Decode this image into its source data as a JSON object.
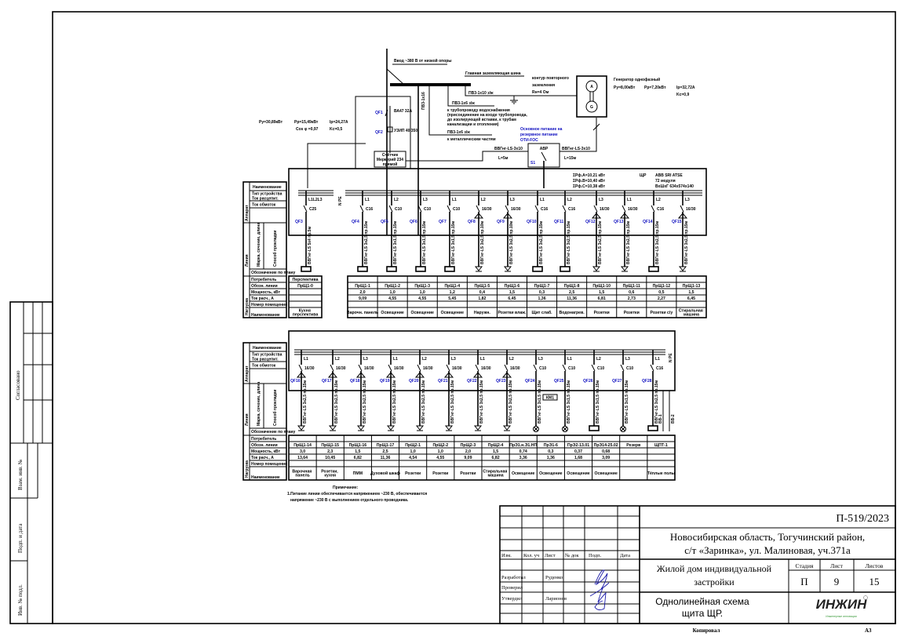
{
  "colors": {
    "line": "#000000",
    "accent": "#1010c0",
    "logo_green": "#3a9a3a",
    "signature": "#1a1aa8"
  },
  "left_strip": {
    "agreed": "Согласовано",
    "replaced": "Взам. инв. №",
    "sign_date": "Подп. и дата",
    "inv": "Инв. № подл."
  },
  "title_block": {
    "headers": [
      "Изм.",
      "Кол. уч",
      "Лист",
      "№ док",
      "Подп.",
      "Дата"
    ],
    "roles": [
      {
        "role": "Разработал",
        "name": "Руденко"
      },
      {
        "role": "Проверил",
        "name": ""
      },
      {
        "role": "Утвердил",
        "name": "Ларионов"
      }
    ],
    "code": "П-519/2023",
    "address_1": "Новосибирская область, Тогучинский район,",
    "address_2": "с/т «Заринка», ул. Малиновая, уч.371а",
    "object_1": "Жилой дом индивидуальной",
    "object_2": "застройки",
    "stage_label": "Стадия",
    "sheet_label": "Лист",
    "sheets_label": "Листов",
    "stage": "П",
    "sheet": "9",
    "sheets": "15",
    "drawing_1": "Однолинейная схема",
    "drawing_2": "щита ЩР.",
    "logo": "ИНЖИН",
    "logo_sub": "Инженерные инновации",
    "copied": "Копировал",
    "format": "A3"
  },
  "feed": {
    "input": "Ввод ~380 В от низкой опоры",
    "main_ground_bus": "Главная заземляющая шина",
    "ground_loop_1": "контур повторного",
    "ground_loop_2": "заземления",
    "ground_loop_3": "Rн=4 Ом",
    "pe_10": "ПВ3-1х10 з/ж",
    "pe_6a": "ПВ3-1х6 з/ж",
    "pipe_1": "к трубопроводу водоснабжения",
    "pipe_2": "(присоединение на входе трубопровода,",
    "pipe_3": "до изолирующей вставки, к трубам",
    "pipe_4": "канализации и отопления)",
    "pe_6b": "ПВ3-1х6 з/ж",
    "metal": "к металлическим частям",
    "pe_vert": "ПВ3-1х16",
    "power_1": "Pу=30,89кВт",
    "power_2": "Pр=15,49кВт",
    "power_3": "Iр=24,27А",
    "power_4": "Cos φ =0,97",
    "power_5": "Kс=0,5",
    "qf1": "QF1",
    "qf1_rating": "ВА47 32А",
    "qf2": "QF2",
    "qf2_rating": "УЗИП 40/350",
    "meter_1": "Счётчик",
    "meter_2": "Меркурий 234",
    "meter_3": "прямой",
    "note_blue_1": "Основное питание на",
    "note_blue_2": "резервное питание",
    "note_blue_3": "ОТИ-FOC",
    "ats": "АВР",
    "ats_s": "S1",
    "cable_left": "ВВГнг-LS-3х10",
    "cable_left_len": "L=5м",
    "cable_right": "ВВГнг-LS-3х10",
    "cable_right_len": "L=15м",
    "gen_a": "A",
    "gen_c": "G",
    "gen_title": "Генератор однофазный",
    "gen_1": "Pу=8,00кВт",
    "gen_2": "Pр=7,20кВт",
    "gen_3": "Iр=32,72А",
    "gen_4": "Kс=0,9"
  },
  "panel": {
    "sum_a": "ΣPф.А=10,21 кВт",
    "sum_b": "ΣPф.В=10,40 кВт",
    "sum_c": "ΣPф.С=10,38 кВт",
    "name": "ЩР",
    "model": "ABB SRI ATSE",
    "modules": "72 модуля",
    "size": "ВхШхГ 634х574х140",
    "bus_label": "N PE"
  },
  "stamp_rows": {
    "name": "Наименование",
    "device_type": "Тип устройства",
    "trip_current": "Ток расцепит.",
    "winding": "Ток обмоток",
    "cable": "Марка, сечение, длина",
    "laying": "Способ прокладки",
    "plan_mark": "Обозначение по плану",
    "consumer": "Потребитель",
    "line": "Обозн. линии",
    "power": "Мощность, кВт",
    "current": "Ток расч., А",
    "room": "Номер помещения",
    "description": "Наименование",
    "group_device": "Аппарат",
    "group_line": "Линия",
    "group_load": "Нагрузка"
  },
  "top_breakers": [
    {
      "id": "QF3",
      "phase": "L1L2L3",
      "rating": "C25",
      "cable": "ВВГнг-LS 5х4 пр.5м"
    },
    {
      "id": "QF4",
      "phase": "L1",
      "rating": "C16",
      "cable": "ВВГнг-LS 3х2,5 пр.15м"
    },
    {
      "id": "QF5",
      "phase": "L2",
      "rating": "C10",
      "cable": "ВВГнг-LS 3х1,5 пр.15м"
    },
    {
      "id": "QF6",
      "phase": "L3",
      "rating": "C10",
      "cable": "ВВГнг-LS 3х1,5 пр.15м"
    },
    {
      "id": "QF7",
      "phase": "L1",
      "rating": "C10",
      "cable": "ВВГнг-LS 3х1,5 пр.15м"
    },
    {
      "id": "QF8",
      "phase": "L2",
      "rating": "16/30",
      "cable": "ВВГнг-LS 3х2,5 пр.10м",
      "rcd": true
    },
    {
      "id": "QF9",
      "phase": "L3",
      "rating": "16/30",
      "cable": "ВВГнг-LS 3х2,5 пр.10м",
      "rcd": true
    },
    {
      "id": "QF10",
      "phase": "L1",
      "rating": "C16",
      "cable": "ВВГнг-LS 3х2,5 пр.15м"
    },
    {
      "id": "QF11",
      "phase": "L2",
      "rating": "C16",
      "cable": "ВВГнг-LS 3х2,5 пр.15м"
    },
    {
      "id": "QF12",
      "phase": "L3",
      "rating": "16/30",
      "cable": "ВВГнг-LS 3х2,5 пр.15м",
      "rcd": true
    },
    {
      "id": "QF13",
      "phase": "L1",
      "rating": "16/30",
      "cable": "ВВГнг-LS 3х2,5 пр.15м",
      "rcd": true
    },
    {
      "id": "QF14",
      "phase": "L2",
      "rating": "C16",
      "cable": "ВВГнг-LS 3х2,5 пр.15м"
    },
    {
      "id": "QF15",
      "phase": "L3",
      "rating": "16/30",
      "cable": "ВВГнг-LS 3х2,5 пр.15м",
      "rcd": true
    }
  ],
  "top_table": {
    "reserve": {
      "consumer": "Перспектива",
      "line": "ПрЩ1-0",
      "description": "Кухня перспектива"
    },
    "columns": [
      {
        "line": "ПрЩ1-1",
        "power": "2,0",
        "current": "9,09",
        "description": "Варочн. панель"
      },
      {
        "line": "ПрЩ1-2",
        "power": "1,0",
        "current": "4,55",
        "description": "Освещение"
      },
      {
        "line": "ПрЩ1-3",
        "power": "1,0",
        "current": "4,55",
        "description": "Освещение"
      },
      {
        "line": "ПрЩ1-4",
        "power": "1,2",
        "current": "5,45",
        "description": "Освещение"
      },
      {
        "line": "ПрЩ1-5",
        "power": "0,4",
        "current": "1,82",
        "description": "Наружн."
      },
      {
        "line": "ПрЩ1-6",
        "power": "1,5",
        "current": "6,45",
        "description": "Розетки влаж."
      },
      {
        "line": "ПрЩ1-7",
        "power": "0,3",
        "current": "1,36",
        "description": "Щит слаб."
      },
      {
        "line": "ПрЩ1-8",
        "power": "2,5",
        "current": "11,36",
        "description": "Водонагрев."
      },
      {
        "line": "ПрЩ1-10",
        "power": "1,5",
        "current": "6,81",
        "description": "Розетки"
      },
      {
        "line": "ПрЩ1-11",
        "power": "0,6",
        "current": "2,73",
        "description": "Розетки"
      },
      {
        "line": "ПрЩ1-12",
        "power": "0,5",
        "current": "2,27",
        "description": "Розетки с/у"
      },
      {
        "line": "ПрЩ1-13",
        "power": "1,5",
        "current": "6,45",
        "description": "Стиральная машина"
      }
    ]
  },
  "bottom_breakers": [
    {
      "id": "QF16",
      "phase": "L1",
      "rating": "16/30",
      "cable": "ВВГнг-LS 3х2,5 пр.15м",
      "rcd": true
    },
    {
      "id": "QF17",
      "phase": "L2",
      "rating": "16/30",
      "cable": "ВВГнг-LS 3х2,5 пр.15м",
      "rcd": true
    },
    {
      "id": "QF18",
      "phase": "L3",
      "rating": "16/30",
      "cable": "ВВГнг-LS 3х2,5 пр.15м",
      "rcd": true
    },
    {
      "id": "QF19",
      "phase": "L1",
      "rating": "16/30",
      "cable": "ВВГнг-LS 3х2,5 пр.15м",
      "rcd": true
    },
    {
      "id": "QF20",
      "phase": "L2",
      "rating": "16/30",
      "cable": "ВВГнг-LS 3х2,5 пр.15м",
      "rcd": true
    },
    {
      "id": "QF21",
      "phase": "L3",
      "rating": "16/30",
      "cable": "ВВГнг-LS 3х2,5 пр.15м",
      "rcd": true
    },
    {
      "id": "QF22",
      "phase": "L1",
      "rating": "16/30",
      "cable": "ВВГнг-LS 3х2,5 пр.15м",
      "rcd": true
    },
    {
      "id": "QF23",
      "phase": "L2",
      "rating": "16/30",
      "cable": "ВВГнг-LS 3х2,5 пр.15м",
      "rcd": true
    },
    {
      "id": "QF24",
      "phase": "L3",
      "rating": "C10",
      "cable": "ВВГнг-LS 3х1,5 пр.15м"
    },
    {
      "id": "QF25",
      "phase": "L1",
      "rating": "C10",
      "cable": "ВВГнг-LS 3х1,5 пр.15м"
    },
    {
      "id": "QF26",
      "phase": "L2",
      "rating": "C10",
      "cable": "ВВГнг-LS 3х1,5 пр.15м"
    },
    {
      "id": "QF27",
      "phase": "L3",
      "rating": "C10",
      "cable": "ВВГнг-LS 3х1,5 пр.15м"
    },
    {
      "id": "QF28",
      "phase": "L1",
      "rating": "C16",
      "cable": "ВВГнг-LS 3х2,5 пр.15м"
    }
  ],
  "bottom_extra": {
    "relay": "КМ1",
    "v1": "ВВ-1",
    "v2": "ВВ-2",
    "bus_label": "N PE"
  },
  "bottom_table": {
    "columns": [
      {
        "line": "ПрЩ1-14",
        "power": "3,0",
        "current": "13,64",
        "description": "Варочная панель"
      },
      {
        "line": "ПрЩ1-15",
        "power": "2,3",
        "current": "10,45",
        "description": "Розетки, кухня"
      },
      {
        "line": "ПрЩ1-16",
        "power": "1,5",
        "current": "6,82",
        "description": "ПММ"
      },
      {
        "line": "ПрЩ1-17",
        "power": "2,5",
        "current": "11,36",
        "description": "Духовой шкаф"
      },
      {
        "line": "ПрЩ2-1",
        "power": "1,0",
        "current": "4,54",
        "description": "Розетки"
      },
      {
        "line": "ПрЩ2-2",
        "power": "1,0",
        "current": "4,55",
        "description": "Розетки"
      },
      {
        "line": "ПрЩ2-3",
        "power": "2,0",
        "current": "9,09",
        "description": "Розетки"
      },
      {
        "line": "ПрЩ2-4",
        "power": "1,5",
        "current": "6,82",
        "description": "Стиральная машина"
      },
      {
        "line": "ПрЭ1.н.Э1.НП",
        "power": "0,74",
        "current": "3,36",
        "description": "Освещение"
      },
      {
        "line": "ПрЭ1-6",
        "power": "0,3",
        "current": "1,36",
        "description": "Освещение"
      },
      {
        "line": "ПрЭ2-13.01",
        "power": "0,37",
        "current": "1,68",
        "description": "Освещение"
      },
      {
        "line": "ПрЭ14-25.02",
        "power": "0,68",
        "current": "3,09",
        "description": "Освещение"
      },
      {
        "line": "Резерв",
        "power": "",
        "current": "",
        "description": ""
      },
      {
        "line": "ЩПТ-1",
        "power": "",
        "current": "",
        "description": "Тёплые полы"
      }
    ]
  },
  "notes": {
    "title": "Примечание:",
    "line_1": "1.Питание линии обеспечивается напряжением ~230 В, обеспечивается",
    "line_2": "напряжение ~230 В с выполнением отдельного проводника."
  }
}
